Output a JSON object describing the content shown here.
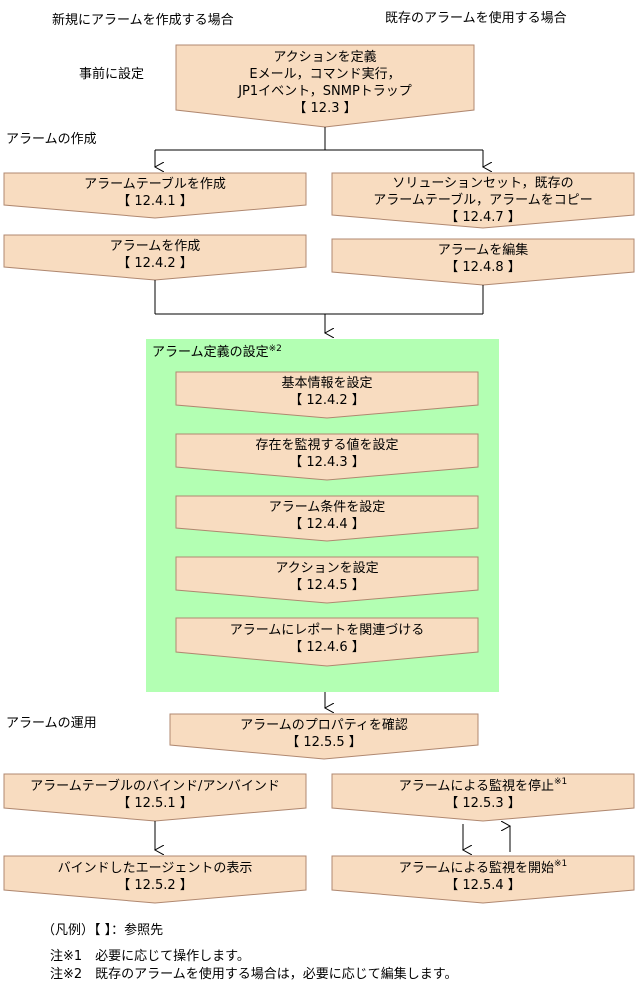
{
  "headers": {
    "new_alarm": "新規にアラームを作成する場合",
    "existing_alarm": "既存のアラームを使用する場合"
  },
  "sections": {
    "pre_setting": "事前に設定",
    "create": "アラームの作成",
    "operate": "アラームの運用",
    "definition": "アラーム定義の設定",
    "definition_note": "※2"
  },
  "boxes": {
    "action_def": {
      "line1": "アクションを定義",
      "line2": "Eメール，コマンド実行，",
      "line3": "JP1イベント，SNMPトラップ",
      "ref": "【 12.3 】"
    },
    "create_table": {
      "line1": "アラームテーブルを作成",
      "ref": "【 12.4.1 】"
    },
    "create_alarm": {
      "line1": "アラームを作成",
      "ref": "【 12.4.2 】"
    },
    "copy": {
      "line1": "ソリューションセット，既存の",
      "line2": "アラームテーブル，アラームをコピー",
      "ref": "【 12.4.7 】"
    },
    "edit": {
      "line1": "アラームを編集",
      "ref": "【 12.4.8 】"
    },
    "basic_info": {
      "line1": "基本情報を設定",
      "ref": "【 12.4.2 】"
    },
    "monitor_value": {
      "line1": "存在を監視する値を設定",
      "ref": "【 12.4.3 】"
    },
    "condition": {
      "line1": "アラーム条件を設定",
      "ref": "【 12.4.4 】"
    },
    "action_set": {
      "line1": "アクションを設定",
      "ref": "【 12.4.5 】"
    },
    "report": {
      "line1": "アラームにレポートを関連づける",
      "ref": "【 12.4.6 】"
    },
    "properties": {
      "line1": "アラームのプロパティを確認",
      "ref": "【 12.5.5 】"
    },
    "bind": {
      "line1": "アラームテーブルのバインド/アンバインド",
      "ref": "【 12.5.1 】"
    },
    "stop": {
      "line1": "アラームによる監視を停止",
      "note": "※1",
      "ref": "【 12.5.3 】"
    },
    "agents": {
      "line1": "バインドしたエージェントの表示",
      "ref": "【 12.5.2 】"
    },
    "start": {
      "line1": "アラームによる監視を開始",
      "note": "※1",
      "ref": "【 12.5.4 】"
    }
  },
  "legend": {
    "example": "（凡例）【 】：参照先",
    "note1": "注※1　必要に応じて操作します。",
    "note2": "注※2　既存のアラームを使用する場合は，必要に応じて編集します。"
  },
  "colors": {
    "box_fill": "#f8dcc0",
    "box_stroke": "#b08870",
    "panel_fill": "#b3ffb3"
  }
}
